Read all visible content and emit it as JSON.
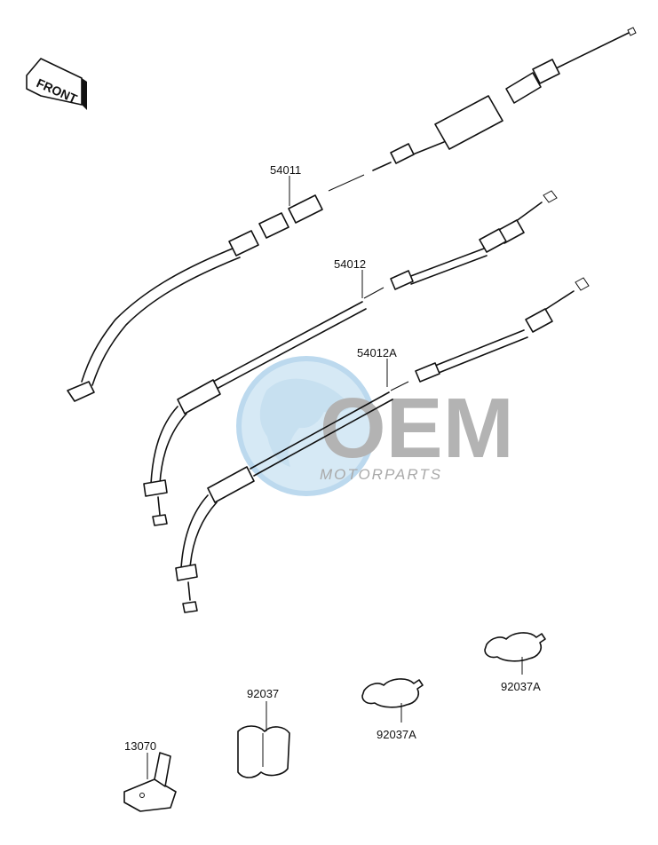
{
  "diagram": {
    "front_label": "FRONT",
    "watermark": {
      "logo": "OEM",
      "subtitle": "MOTORPARTS"
    },
    "callouts": [
      {
        "id": "54011",
        "text": "54011"
      },
      {
        "id": "54012",
        "text": "54012"
      },
      {
        "id": "54012A",
        "text": "54012A"
      },
      {
        "id": "92037",
        "text": "92037"
      },
      {
        "id": "92037A-a",
        "text": "92037A"
      },
      {
        "id": "92037A-b",
        "text": "92037A"
      },
      {
        "id": "13070",
        "text": "13070"
      }
    ]
  }
}
